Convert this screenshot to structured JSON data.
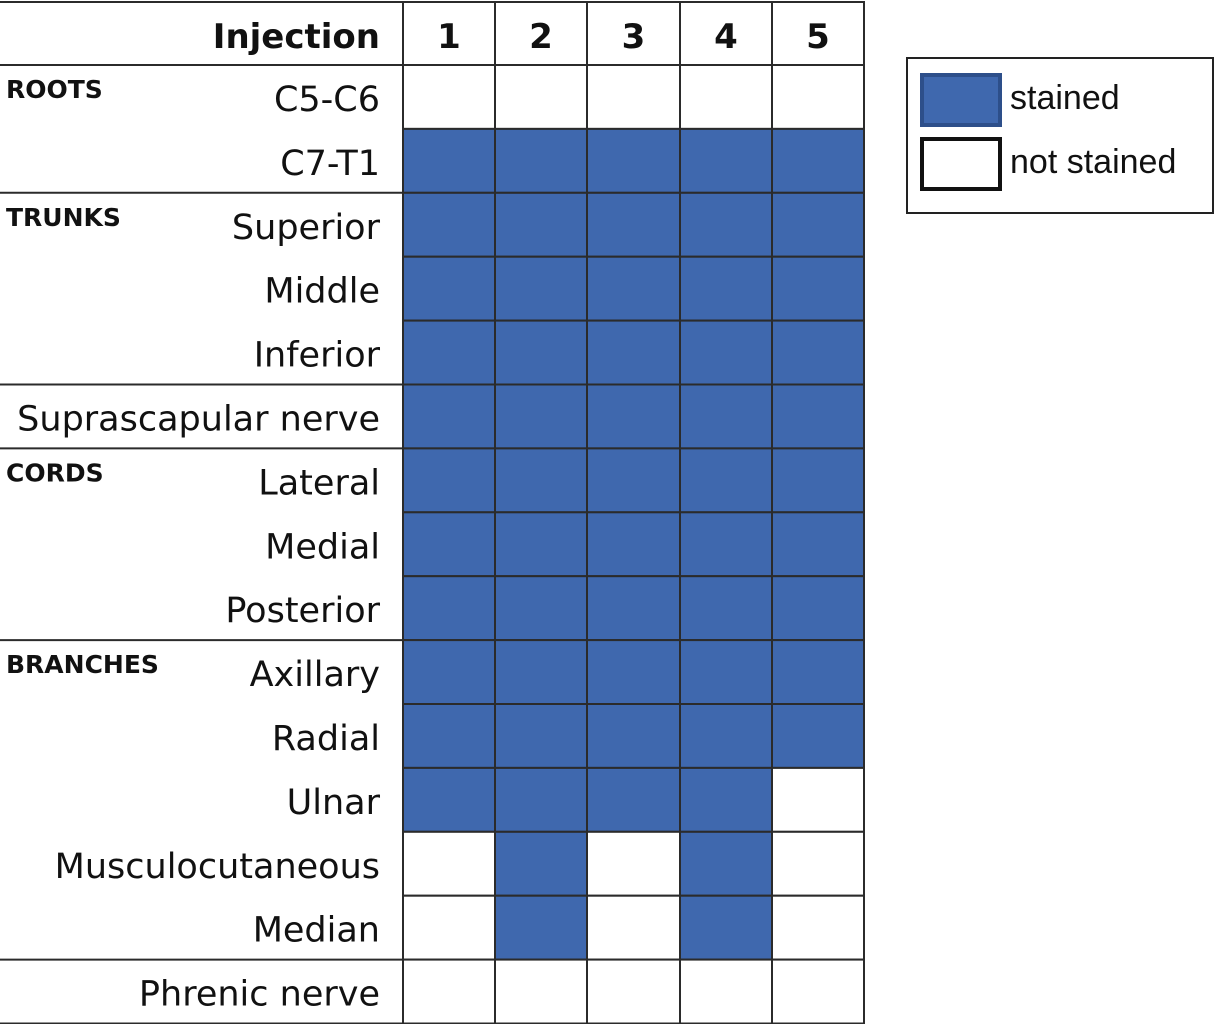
{
  "chart_data": {
    "type": "heatmap",
    "header_label": "Injection",
    "columns": [
      "1",
      "2",
      "3",
      "4",
      "5"
    ],
    "groups": [
      {
        "label": "ROOTS",
        "rows": [
          "C5-C6",
          "C7-T1"
        ]
      },
      {
        "label": "TRUNKS",
        "rows": [
          "Superior",
          "Middle",
          "Inferior"
        ]
      },
      {
        "label": "",
        "rows": [
          "Suprascapular nerve"
        ]
      },
      {
        "label": "CORDS",
        "rows": [
          "Lateral",
          "Medial",
          "Posterior"
        ]
      },
      {
        "label": "BRANCHES",
        "rows": [
          "Axillary",
          "Radial",
          "Ulnar",
          "Musculocutaneous",
          "Median"
        ]
      },
      {
        "label": "",
        "rows": [
          "Phrenic nerve"
        ]
      }
    ],
    "values": [
      [
        0,
        0,
        0,
        0,
        0
      ],
      [
        1,
        1,
        1,
        1,
        1
      ],
      [
        1,
        1,
        1,
        1,
        1
      ],
      [
        1,
        1,
        1,
        1,
        1
      ],
      [
        1,
        1,
        1,
        1,
        1
      ],
      [
        1,
        1,
        1,
        1,
        1
      ],
      [
        1,
        1,
        1,
        1,
        1
      ],
      [
        1,
        1,
        1,
        1,
        1
      ],
      [
        1,
        1,
        1,
        1,
        1
      ],
      [
        1,
        1,
        1,
        1,
        1
      ],
      [
        1,
        1,
        1,
        1,
        1
      ],
      [
        1,
        1,
        1,
        1,
        0
      ],
      [
        0,
        1,
        0,
        1,
        0
      ],
      [
        0,
        1,
        0,
        1,
        0
      ],
      [
        0,
        0,
        0,
        0,
        0
      ]
    ],
    "legend": [
      {
        "label": "stained",
        "value": 1,
        "color": "#3f68ae"
      },
      {
        "label": "not stained",
        "value": 0,
        "color": "#ffffff"
      }
    ],
    "legend_position": "top-right"
  }
}
